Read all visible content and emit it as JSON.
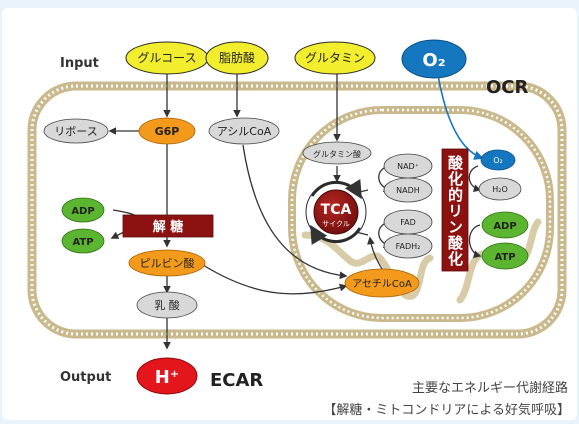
{
  "labels": {
    "input": "Input",
    "output": "Output",
    "ocr": "OCR",
    "ecar": "ECAR",
    "caption_line1": "主要なエネルギー代謝経路",
    "caption_line2": "【解糖・ミトコンドリアによる好気呼吸】"
  },
  "nodes": {
    "glucose": "グルコース",
    "fatty_acid": "脂肪酸",
    "glutamine": "グルタミン",
    "o2_main": "O₂",
    "ribose": "リボース",
    "g6p": "G6P",
    "acyl_coa": "アシルCoA",
    "glutamate": "グルタミン酸",
    "adp_left": "ADP",
    "atp_left": "ATP",
    "glycolysis": "解 糖",
    "pyruvate": "ピルビン酸",
    "lactate": "乳 酸",
    "h_plus": "H⁺",
    "acetyl_coa": "アセチルCoA",
    "tca": "TCA",
    "tca_sub": "サイクル",
    "nad_plus": "NAD⁺",
    "nadh": "NADH",
    "fad": "FAD",
    "fadh2": "FADH₂",
    "oxphos": "酸化的リン酸化",
    "o2_small": "O₂",
    "h2o": "H₂O",
    "adp_right": "ADP",
    "atp_right": "ATP"
  },
  "colors": {
    "background": "#e8f3fb",
    "panel": "#ffffff",
    "substrate_yellow": "#f2ee2e",
    "metabolite_orange": "#f39a1c",
    "neutral_gray": "#d8d8d8",
    "energy_green": "#5cb531",
    "enzyme_darkred": "#8c1212",
    "oxygen_blue": "#1477c0",
    "proton_red": "#e4161d",
    "membrane_tan": "#c9b98c"
  }
}
